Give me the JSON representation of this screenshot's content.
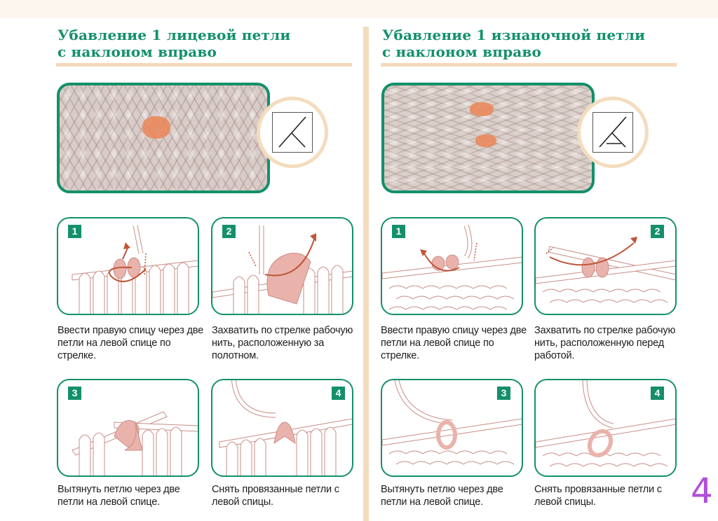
{
  "left_section": {
    "title_line1": "Убавление 1 лицевой петли",
    "title_line2": "с наклоном вправо",
    "symbol_icon": "knit-decrease-right-symbol",
    "steps": [
      {
        "number": "1",
        "caption": "Ввести правую спицу через две петли на левой спице по стрелке."
      },
      {
        "number": "2",
        "caption": "Захватить по стрелке рабочую нить, расположенную за полотном."
      },
      {
        "number": "3",
        "caption": "Вытянуть петлю через две петли на левой спице."
      },
      {
        "number": "4",
        "caption": "Снять провязанные петли с левой спицы."
      }
    ]
  },
  "right_section": {
    "title_line1": "Убавление 1 изнаночной петли",
    "title_line2": "с наклоном вправо",
    "symbol_icon": "purl-decrease-right-symbol",
    "steps": [
      {
        "number": "1",
        "caption": "Ввести правую спицу через две петли на левой спице по стрелке."
      },
      {
        "number": "2",
        "caption": "Захватить по стрелке рабочую нить, расположенную перед работой."
      },
      {
        "number": "3",
        "caption": "Вытянуть петлю через две петли на левой спице."
      },
      {
        "number": "4",
        "caption": "Снять провязанные петли с левой спицы."
      }
    ]
  },
  "page_number": "4",
  "colors": {
    "accent_green": "#13906a",
    "title_rule": "#f4d9bb",
    "highlight_stitch": "#e98a5e",
    "page_number": "#b14fd8"
  }
}
